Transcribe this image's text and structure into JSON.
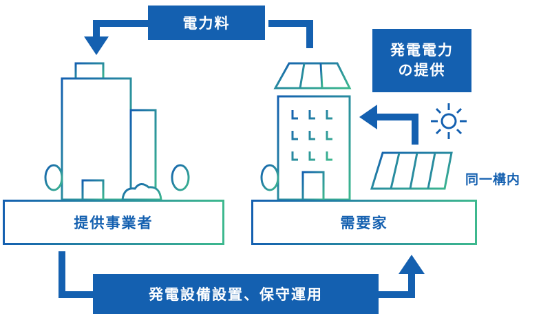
{
  "labels": {
    "electricity_fee": "電力料",
    "power_supply_line1": "発電電力",
    "power_supply_line2": "の提供",
    "same_premises": "同一構内",
    "provider": "提供事業者",
    "consumer": "需要家",
    "installation": "発電設備設置、保守運用"
  },
  "colors": {
    "primary_blue": "#1460b0",
    "accent_green": "#3db88e"
  },
  "icons": [
    "office-building-icon",
    "solar-building-icon",
    "sun-icon",
    "solar-panel-icon",
    "tree-icon",
    "bush-icon"
  ]
}
